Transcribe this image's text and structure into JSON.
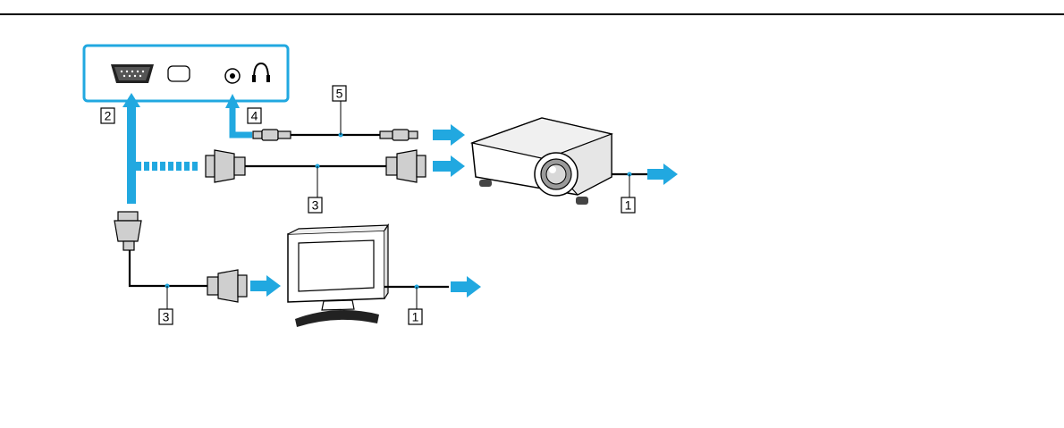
{
  "callouts": {
    "vga_port": "2",
    "headphone_port": "4",
    "audio_cable": "5",
    "vga_cable_projector": "3",
    "vga_cable_monitor": "3",
    "projector_power": "1",
    "monitor_power": "1"
  },
  "colors": {
    "connection_arrow": "#21a8e0",
    "line": "#000000"
  },
  "icons": [
    "vga-port-icon",
    "hdmi-port-icon",
    "audio-jack-icon",
    "headphone-icon",
    "projector-icon",
    "monitor-icon",
    "vga-connector-icon",
    "audio-plug-icon"
  ]
}
